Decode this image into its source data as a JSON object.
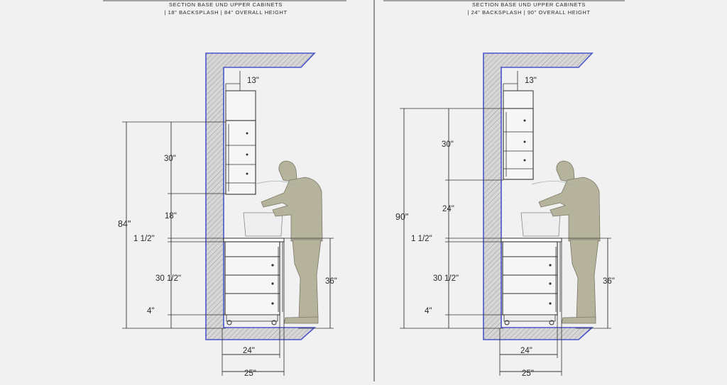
{
  "left": {
    "title_line1": "SECTION BASE UND UPPER CABINETS",
    "title_line2": "| 18\" BACKSPLASH | 84\" OVERALL HEIGHT",
    "upper_depth": "13\"",
    "upper_height": "30\"",
    "backsplash": "18\"",
    "overall_height": "84\"",
    "countertop": "1 1/2\"",
    "base_height": "30 1/2\"",
    "toe_kick": "4\"",
    "counter_height": "36\"",
    "base_depth": "24\"",
    "counter_depth": "25\""
  },
  "right": {
    "title_line1": "SECTION BASE UND UPPER CABINETS",
    "title_line2": "| 24\" BACKSPLASH | 90\" OVERALL HEIGHT",
    "upper_depth": "13\"",
    "upper_height": "30\"",
    "backsplash": "24\"",
    "overall_height": "90\"",
    "countertop": "1 1/2\"",
    "base_height": "30 1/2\"",
    "toe_kick": "4\"",
    "counter_height": "36\"",
    "base_depth": "24\"",
    "counter_depth": "25\""
  },
  "colors": {
    "wall_line": "#4a55c8",
    "wall_fill": "#d4d4d4",
    "figure": "#b5b39c",
    "lines": "#333333"
  }
}
